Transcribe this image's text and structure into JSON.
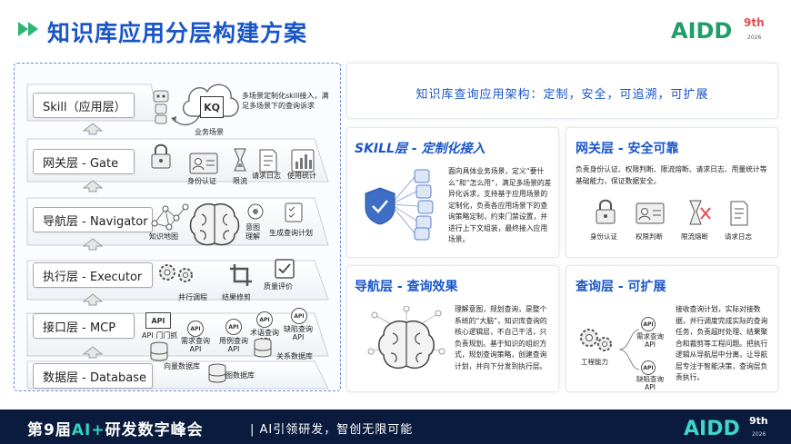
{
  "header": {
    "title": "知识库应用分层构建方案",
    "logo_text": "AIDD",
    "logo_edition": "9th",
    "logo_year": "2026",
    "accent_color": "#1a56c8",
    "chevron_color": "#2bb673"
  },
  "layers": [
    {
      "label": "Skill（应用层）"
    },
    {
      "label": "网关层 - Gate"
    },
    {
      "label": "导航层 - Navigator"
    },
    {
      "label": "执行层 - Executor"
    },
    {
      "label": "接口层 - MCP"
    },
    {
      "label": "数据层 - Database"
    }
  ],
  "skill_scene": {
    "kq_label": "KQ",
    "desc": "多场景定制化skill接入，满足多场景下的查询诉求",
    "caption": "业务场景"
  },
  "gate_items": [
    "身份认证",
    "限流",
    "请求日志",
    "使用统计"
  ],
  "nav_items": [
    "知识地图",
    "意图理解",
    "生成查询计划"
  ],
  "exec_items": [
    "并行调程",
    "结果修剪",
    "质量评价"
  ],
  "mcp_items": {
    "gateway": "API 门门抓",
    "api_word": "API",
    "apis": [
      "需求查询API",
      "用例查询API",
      "术语查询API",
      "缺陷查询API"
    ]
  },
  "db_items": [
    "向量数据库",
    "图数据库",
    "关系数据库"
  ],
  "arch_title": "知识库查询应用架构：定制，安全，可追溯，可扩展",
  "skill_card": {
    "title": "SKILL层 - 定制化接入",
    "desc": "面向具体业务场景，定义“要什么”和“怎么用”，满足多场景的差异化诉求，支持基于应用场景的定制化，负责各应用场景下的查询策略定制，约束门禁设置，并进行上下文组装，最终接入应用场景。"
  },
  "gate_card": {
    "title": "网关层 - 安全可靠",
    "desc": "负责身份认证、权限判断、限流熔断、请求日志、用量统计等基础能力，保证数据安全。",
    "items": [
      "身份认证",
      "权限判断",
      "限流熔断",
      "请求日志"
    ]
  },
  "nav_card": {
    "title": "导航层 - 查询效果",
    "desc": "理解意图，规划查询，是整个系统的“大脑”，知识库查询的核心逻辑层，不自己干活，只负责规划。基于知识的组织方式，规划查询策略，创建查询计划，并向下分发到执行层。"
  },
  "query_card": {
    "title": "查询层 - 可扩展",
    "desc": "接收查询计划，实际对接数据，并行调度完成实际的查询任务，负责超时处理、结果聚合和裁剪等工程问题。把执行逻辑从导航层中分离，让导航层专注于智能决策，查询层负责执行。",
    "center_label": "工程能力",
    "api_word": "API",
    "apis": [
      "需求查询API",
      "缺陷查询API"
    ]
  },
  "footer": {
    "part1": "第9届",
    "part2": "AI+",
    "part3": "研发数字峰会",
    "slogan": "| AI引领研发，智创无限可能",
    "bg_color": "#0b1b3d"
  }
}
